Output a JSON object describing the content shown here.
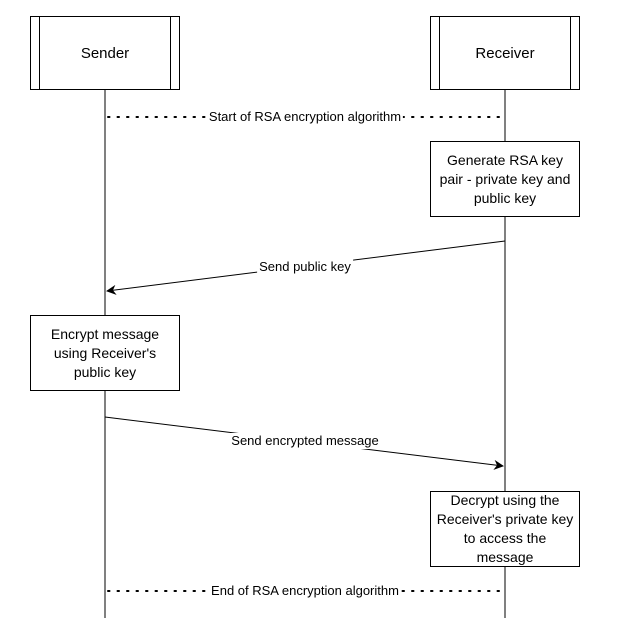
{
  "actors": {
    "sender": "Sender",
    "receiver": "Receiver"
  },
  "dividers": {
    "start": "Start of RSA encryption algorithm",
    "end": "End of RSA encryption algorithm"
  },
  "steps": {
    "generate_keys": "Generate RSA key pair - private key and public key",
    "encrypt": "Encrypt message using Receiver's public key",
    "decrypt": "Decrypt using the Receiver's private key to access the message"
  },
  "messages": {
    "send_public_key": "Send public key",
    "send_encrypted": "Send encrypted message"
  }
}
